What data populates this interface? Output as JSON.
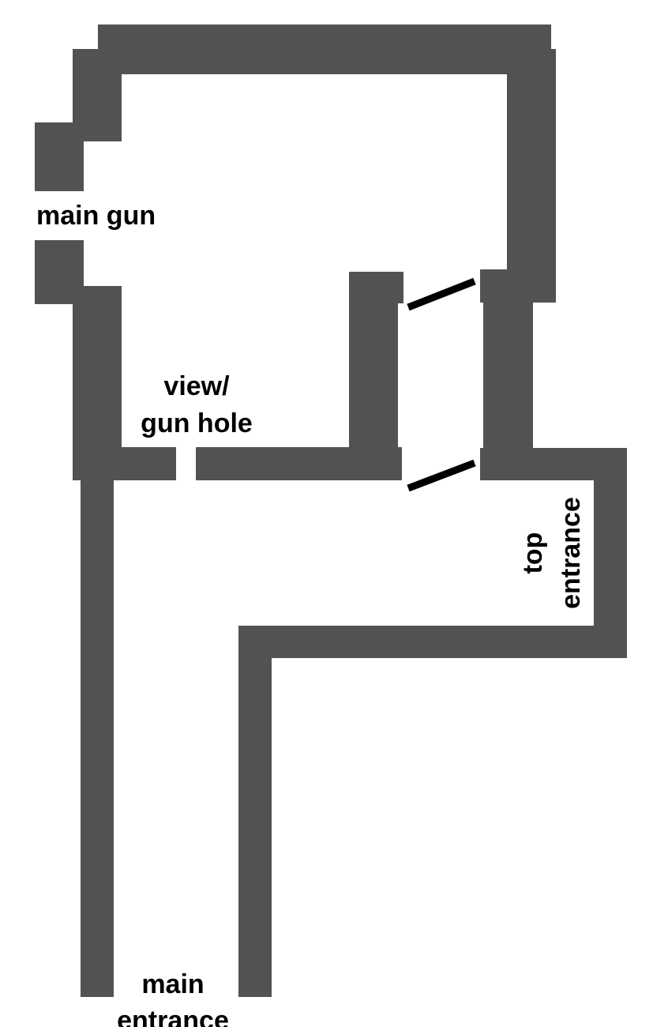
{
  "diagram": {
    "title": "bunker floor plan",
    "colors": {
      "wall": "#525252",
      "door": "#000000",
      "text": "#000000",
      "background": "#ffffff"
    },
    "labels": {
      "main_gun": "main gun",
      "view_hole_line1": "view/",
      "view_hole_line2": "gun hole",
      "top_entrance_line1": "top",
      "top_entrance_line2": "entrance",
      "main_entrance_line1": "main",
      "main_entrance_line2": "entrance"
    }
  }
}
